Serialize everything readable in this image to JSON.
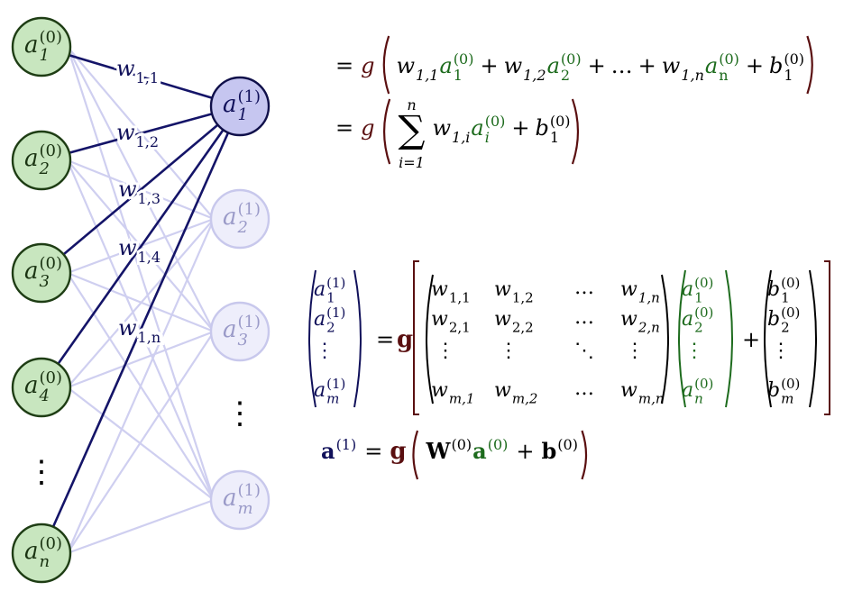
{
  "colors": {
    "input_fill": "#c8e6bf",
    "input_stroke": "#1e3d14",
    "input_text": "#1a3312",
    "output_active_fill": "#c6c6f0",
    "output_active_stroke": "#10104a",
    "output_faded_fill": "#eeeefb",
    "output_faded_stroke": "#c8c8ec",
    "output_faded_text": "#9a9ac8",
    "active_edge": "#141468",
    "faded_edge": "#cfcff0",
    "navy": "#10105a",
    "dark_red": "#5a0f10",
    "green": "#1d6b1d",
    "black": "#000000"
  },
  "network": {
    "inputs": [
      {
        "base": "a",
        "sup": "(0)",
        "sub": "1"
      },
      {
        "base": "a",
        "sup": "(0)",
        "sub": "2"
      },
      {
        "base": "a",
        "sup": "(0)",
        "sub": "3"
      },
      {
        "base": "a",
        "sup": "(0)",
        "sub": "4"
      },
      {
        "base": "a",
        "sup": "(0)",
        "sub": "n"
      }
    ],
    "outputs": [
      {
        "base": "a",
        "sup": "(1)",
        "sub": "1",
        "active": true
      },
      {
        "base": "a",
        "sup": "(1)",
        "sub": "2",
        "active": false
      },
      {
        "base": "a",
        "sup": "(1)",
        "sub": "3",
        "active": false
      },
      {
        "base": "a",
        "sup": "(1)",
        "sub": "m",
        "active": false
      }
    ],
    "input_ellipsis": "⋮",
    "output_ellipsis": "⋮",
    "weight_labels": [
      {
        "base": "w",
        "sub": "1,1"
      },
      {
        "base": "w",
        "sub": "1,2"
      },
      {
        "base": "w",
        "sub": "1,3"
      },
      {
        "base": "w",
        "sub": "1,4"
      },
      {
        "base": "w",
        "sub": "1,n"
      }
    ]
  },
  "equations": {
    "eq1": {
      "eq": "=",
      "g": "g",
      "terms": [
        {
          "w_sub": "1,1",
          "a_sub": "1"
        },
        {
          "w_sub": "1,2",
          "a_sub": "2"
        },
        {
          "w_sub": "1,n",
          "a_sub": "n"
        }
      ],
      "plus": "+",
      "dots": "…",
      "w": "w",
      "a": "a",
      "a_sup": "(0)",
      "b": "b",
      "b_sub": "1",
      "b_sup": "(0)"
    },
    "eq2": {
      "eq": "=",
      "g": "g",
      "sigma": "∑",
      "upper": "n",
      "lower": "i=1",
      "w": "w",
      "w_sub": "1,i",
      "a": "a",
      "a_sub": "i",
      "a_sup": "(0)",
      "plus": "+",
      "b": "b",
      "b_sub": "1",
      "b_sup": "(0)"
    },
    "matrix_eq": {
      "lhs": [
        {
          "sub": "1",
          "sup": "(1)"
        },
        {
          "sub": "2",
          "sup": "(1)"
        },
        {
          "sub": "⋮",
          "sup": ""
        },
        {
          "sub": "m",
          "sup": "(1)"
        }
      ],
      "eq": "=",
      "g": "g",
      "W": [
        [
          "1,1",
          "1,2",
          "…",
          "1,n"
        ],
        [
          "2,1",
          "2,2",
          "…",
          "2,n"
        ],
        [
          "⋮",
          "⋮",
          "⋱",
          "⋮"
        ],
        [
          "m,1",
          "m,2",
          "…",
          "m,n"
        ]
      ],
      "a_vec": [
        {
          "sub": "1",
          "sup": "(0)"
        },
        {
          "sub": "2",
          "sup": "(0)"
        },
        {
          "sub": "⋮",
          "sup": ""
        },
        {
          "sub": "n",
          "sup": "(0)"
        }
      ],
      "plus": "+",
      "b_vec": [
        {
          "sub": "1",
          "sup": "(0)"
        },
        {
          "sub": "2",
          "sup": "(0)"
        },
        {
          "sub": "⋮",
          "sup": ""
        },
        {
          "sub": "m",
          "sup": "(0)"
        }
      ]
    },
    "compact": {
      "a": "a",
      "a_sup": "(1)",
      "eq": "=",
      "g": "g",
      "W": "W",
      "W_sup": "(0)",
      "a0": "a",
      "a0_sup": "(0)",
      "plus": "+",
      "b": "b",
      "b_sup": "(0)"
    }
  }
}
